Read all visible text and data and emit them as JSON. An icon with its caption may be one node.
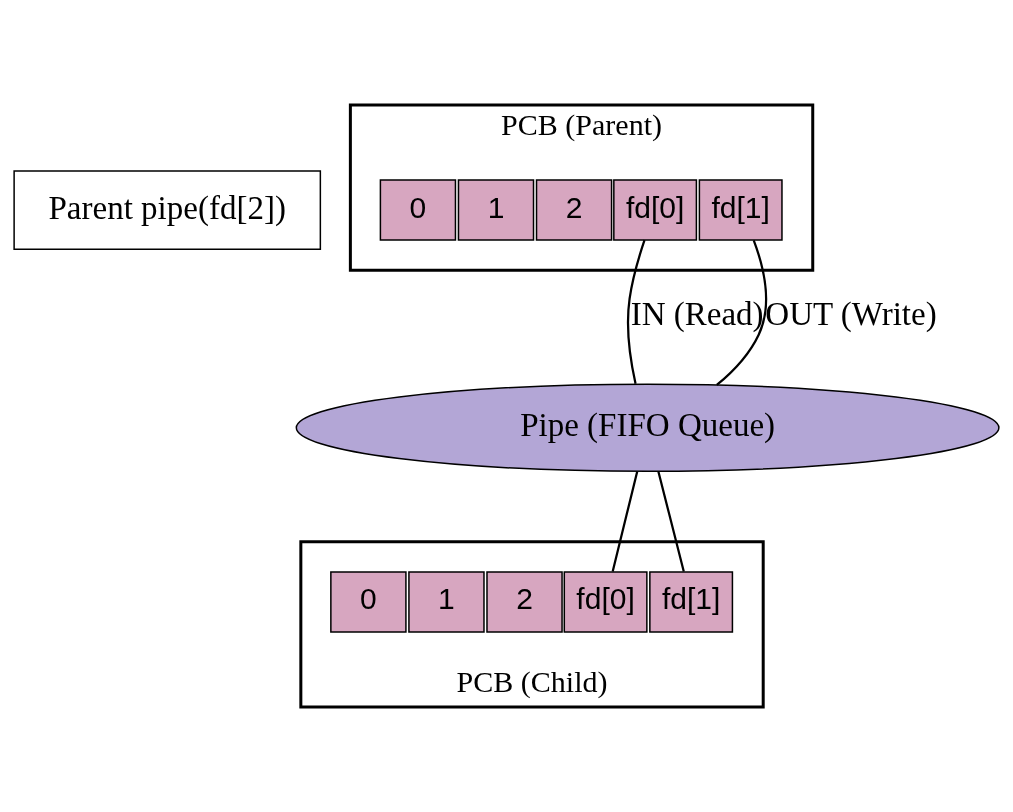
{
  "diagram": {
    "nodes": [
      {
        "text": [
          "Parent pipe(fd[2])"
        ]
      },
      {
        "text": [
          "PCB (Parent)"
        ]
      },
      {
        "text": [
          "0"
        ],
        "in": 1
      },
      {
        "text": [
          "1"
        ],
        "in": 1
      },
      {
        "text": [
          "2"
        ],
        "in": 1
      },
      {
        "text": [
          "fd[0]"
        ],
        "in": 1
      },
      {
        "text": [
          "fd[1]"
        ],
        "in": 1
      },
      {
        "text": [
          "Pipe (FIFO Queue)"
        ]
      },
      {
        "text": [
          "PCB (Child)"
        ]
      },
      {
        "text": [
          "0"
        ],
        "in": 8
      },
      {
        "text": [
          "1"
        ],
        "in": 8
      },
      {
        "text": [
          "2"
        ],
        "in": 8
      },
      {
        "text": [
          "fd[0]"
        ],
        "in": 8
      },
      {
        "text": [
          "fd[1]"
        ],
        "in": 8
      }
    ],
    "edges": [
      {
        "from": 5,
        "to": 7,
        "arrow": "none",
        "label": "IN (Read)"
      },
      {
        "from": 6,
        "to": 7,
        "arrow": "none",
        "label": "OUT (Write)"
      },
      {
        "from": 7,
        "to": 12,
        "arrow": "none"
      },
      {
        "from": 7,
        "to": 13,
        "arrow": "none"
      }
    ]
  }
}
